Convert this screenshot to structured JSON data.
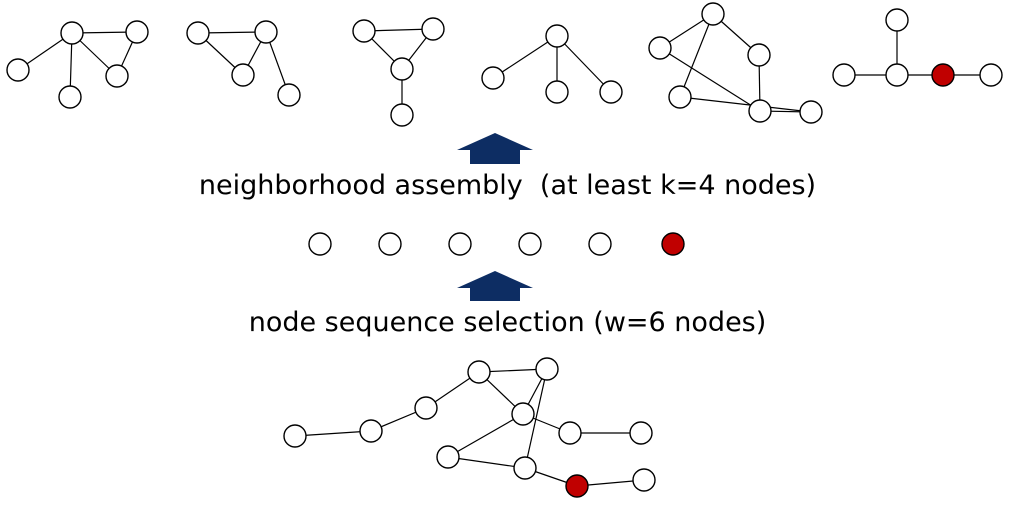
{
  "captions": {
    "top": "neighborhood assembly  (at least k=4 nodes)",
    "bottom": "node sequence selection (w=6 nodes)"
  },
  "colors": {
    "node_fill": "#ffffff",
    "node_selected_fill": "#c00000",
    "node_stroke": "#000000",
    "arrow": "#0d2d63"
  },
  "icons": [
    "up-arrow-icon",
    "up-arrow-icon"
  ],
  "sequence": {
    "node_count": 6,
    "highlighted_index": 5
  },
  "input_graph": {
    "node_count": 12,
    "edges": [
      [
        0,
        1
      ],
      [
        1,
        2
      ],
      [
        2,
        3
      ],
      [
        3,
        4
      ],
      [
        3,
        5
      ],
      [
        4,
        5
      ],
      [
        5,
        6
      ],
      [
        4,
        7
      ],
      [
        6,
        7
      ],
      [
        7,
        8
      ],
      [
        8,
        9
      ],
      [
        5,
        10
      ],
      [
        10,
        11
      ]
    ],
    "highlighted_node": 8
  },
  "neighborhoods": [
    {
      "node_count": 5,
      "edges": [
        [
          0,
          1
        ],
        [
          1,
          2
        ],
        [
          1,
          3
        ],
        [
          2,
          3
        ],
        [
          1,
          4
        ]
      ]
    },
    {
      "node_count": 4,
      "edges": [
        [
          0,
          1
        ],
        [
          0,
          2
        ],
        [
          1,
          2
        ],
        [
          1,
          3
        ]
      ]
    },
    {
      "node_count": 4,
      "edges": [
        [
          0,
          1
        ],
        [
          0,
          2
        ],
        [
          1,
          2
        ],
        [
          2,
          3
        ]
      ]
    },
    {
      "node_count": 4,
      "edges": [
        [
          0,
          1
        ],
        [
          1,
          2
        ],
        [
          1,
          3
        ]
      ]
    },
    {
      "node_count": 6,
      "edges": [
        [
          0,
          1
        ],
        [
          0,
          2
        ],
        [
          0,
          3
        ],
        [
          1,
          4
        ],
        [
          3,
          4
        ],
        [
          4,
          5
        ],
        [
          2,
          5
        ]
      ]
    },
    {
      "node_count": 4,
      "edges": [
        [
          0,
          1
        ],
        [
          1,
          2
        ],
        [
          1,
          3
        ],
        [
          3,
          4
        ]
      ],
      "highlighted_node": 3
    }
  ]
}
